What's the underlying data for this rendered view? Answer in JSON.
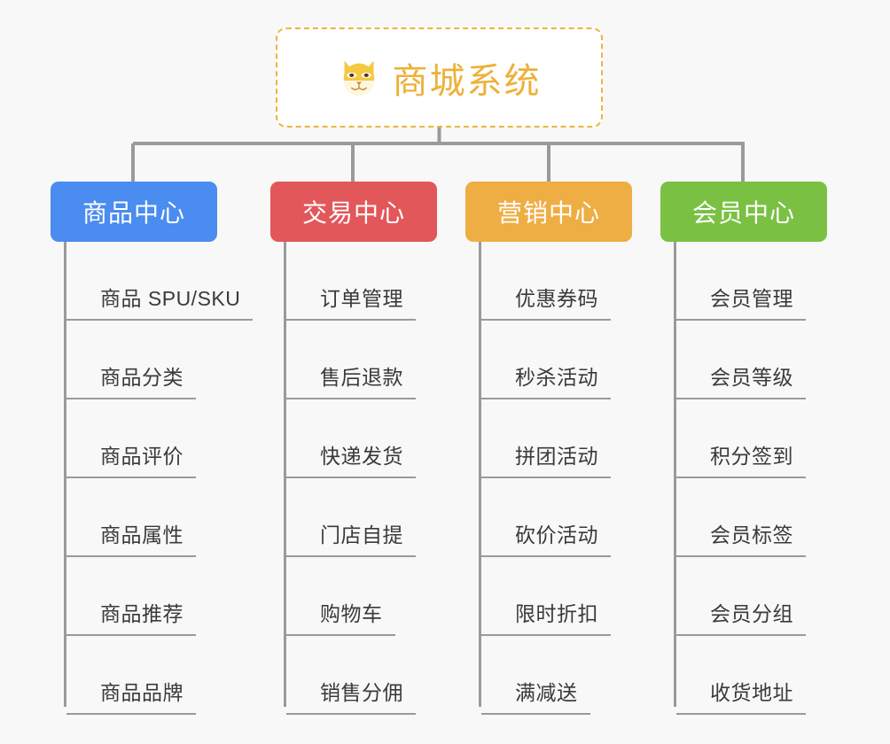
{
  "background_color": "#f8f8f8",
  "root": {
    "title": "商城系统",
    "icon": "dog-face-icon",
    "text_color": "#edb139",
    "border_color": "#e9b73f",
    "background_color": "#ffffff"
  },
  "line_color": "#9a9a9a",
  "categories": [
    {
      "label": "商品中心",
      "color": "#4a8cf0",
      "items": [
        "商品 SPU/SKU",
        "商品分类",
        "商品评价",
        "商品属性",
        "商品推荐",
        "商品品牌"
      ]
    },
    {
      "label": "交易中心",
      "color": "#e2575a",
      "items": [
        "订单管理",
        "售后退款",
        "快递发货",
        "门店自提",
        "购物车",
        "销售分佣"
      ]
    },
    {
      "label": "营销中心",
      "color": "#eeae43",
      "items": [
        "优惠券码",
        "秒杀活动",
        "拼团活动",
        "砍价活动",
        "限时折扣",
        "满减送"
      ]
    },
    {
      "label": "会员中心",
      "color": "#7ac143",
      "items": [
        "会员管理",
        "会员等级",
        "积分签到",
        "会员标签",
        "会员分组",
        "收货地址"
      ]
    }
  ]
}
